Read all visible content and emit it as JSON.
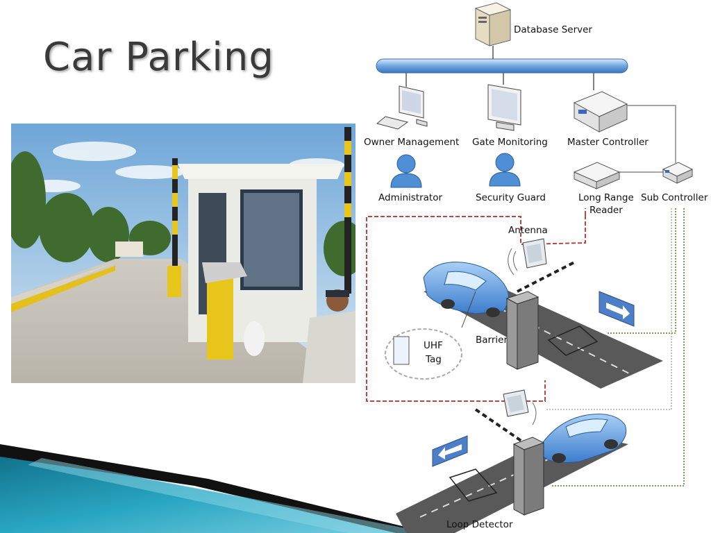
{
  "slide": {
    "title": "Car Parking"
  },
  "diagram": {
    "database_server": "Database Server",
    "owner_management": "Owner Management",
    "gate_monitoring": "Gate Monitoring",
    "master_controller": "Master Controller",
    "administrator": "Administrator",
    "security_guard": "Security Guard",
    "long_range_reader_line1": "Long Range",
    "long_range_reader_line2": "Reader",
    "sub_controller": "Sub Controller",
    "antenna": "Antenna",
    "barrier": "Barrier",
    "uhf_tag_line1": "UHF",
    "uhf_tag_line2": "Tag",
    "loop_detector": "Loop Detector"
  },
  "colors": {
    "title": "#3a3a3a",
    "accent_teal": "#1c8fa8",
    "car_blue": "#4d8fd6",
    "bus_blue": "#7fb2e0"
  }
}
